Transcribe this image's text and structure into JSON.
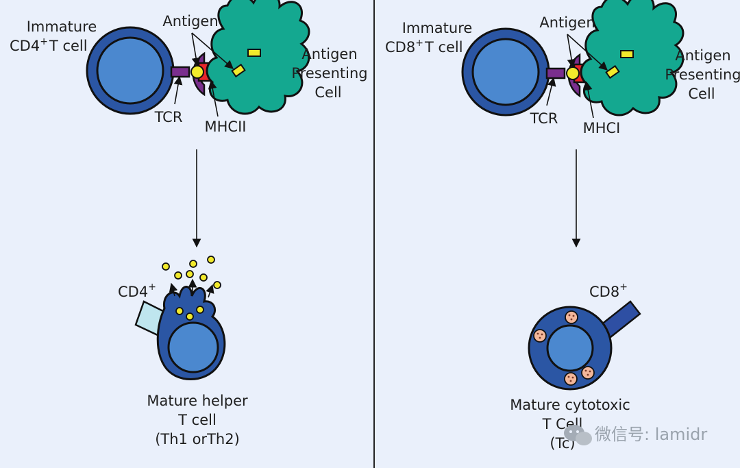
{
  "left_panel": {
    "immature_line1": "Immature",
    "immature_cell_prefix": "CD4",
    "immature_cell_sup": "+",
    "immature_cell_suffix": "T cell",
    "antigen": "Antigen",
    "apc_line1": "Antigen",
    "apc_line2": "Presenting",
    "apc_line3": "Cell",
    "tcr": "TCR",
    "mhc": "MHCII",
    "marker_prefix": "CD4",
    "marker_sup": "+",
    "mature_line1": "Mature helper",
    "mature_line2": "T cell",
    "mature_line3": "(Th1 orTh2)"
  },
  "right_panel": {
    "immature_line1": "Immature",
    "immature_cell_prefix": "CD8",
    "immature_cell_sup": "+",
    "immature_cell_suffix": "T cell",
    "antigen": "Antigen",
    "apc_line1": "Antigen",
    "apc_line2": "Presenting",
    "apc_line3": "Cell",
    "tcr": "TCR",
    "mhc": "MHCI",
    "marker_prefix": "CD8",
    "marker_sup": "+",
    "mature_line1": "Mature cytotoxic",
    "mature_line2": "T Cell",
    "mature_line3": "(Tc)"
  },
  "watermark": "微信号: lamidr",
  "colors": {
    "background": "#eaf0fb",
    "tcell_outer": "#2b56a4",
    "tcell_nucleus": "#4b88cf",
    "apc": "#14a890",
    "tcr": "#7a2f8e",
    "mhc": "#e8262b",
    "antigen": "#f2ea2c",
    "cd4_marker": "#bfe6ef",
    "cd8_marker": "#2e4fa3",
    "granule": "#f3b79a"
  }
}
